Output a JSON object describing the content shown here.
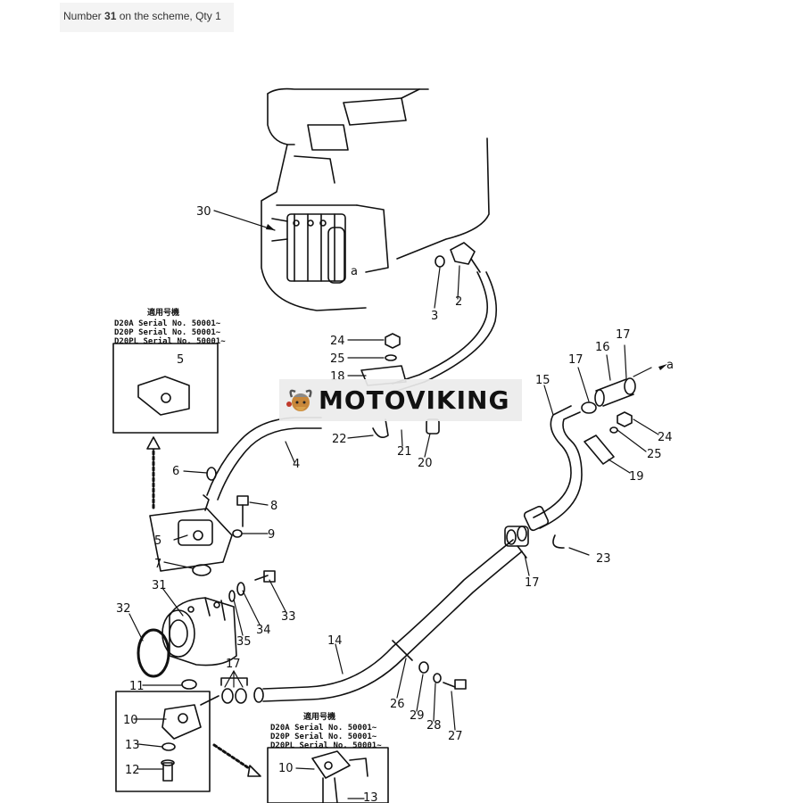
{
  "caption": {
    "prefix": "Number ",
    "number": "31",
    "suffix": " on the scheme, Qty 1"
  },
  "watermark": {
    "text": "MOTOVIKING"
  },
  "serial_box_top": {
    "heading": "適用号機",
    "rows": [
      "D20A  Serial No. 50001~",
      "D20P  Serial No. 50001~",
      "D20PL Serial No. 50001~"
    ]
  },
  "serial_box_bottom": {
    "heading": "適用号機",
    "rows": [
      "D20A  Serial No. 50001~",
      "D20P  Serial No. 50001~",
      "D20PL Serial No. 50001~"
    ]
  },
  "callouts": {
    "n30": "30",
    "n2": "2",
    "n3": "3",
    "a1": "a",
    "n24a": "24",
    "n25a": "25",
    "n18": "18",
    "n22": "22",
    "n21": "21",
    "n20": "20",
    "n4": "4",
    "n5a": "5",
    "n6": "6",
    "n5b": "5",
    "n8": "8",
    "n9": "9",
    "n7": "7",
    "n31": "31",
    "n32": "32",
    "n33": "33",
    "n34": "34",
    "n35": "35",
    "n11": "11",
    "n10a": "10",
    "n13a": "13",
    "n12": "12",
    "n17a": "17",
    "n17b": "17",
    "n17c": "17",
    "n17d": "17",
    "n16": "16",
    "n15": "15",
    "a2": "a",
    "n24b": "24",
    "n25b": "25",
    "n19": "19",
    "n23": "23",
    "n14": "14",
    "n26": "26",
    "n29": "29",
    "n28": "28",
    "n27": "27",
    "n10b": "10",
    "n13b": "13"
  }
}
